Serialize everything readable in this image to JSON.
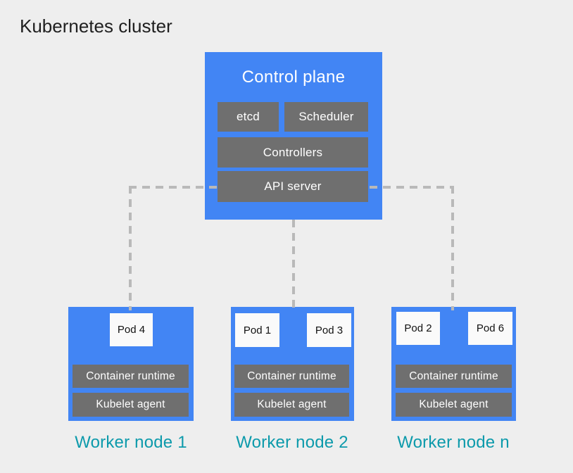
{
  "title": "Kubernetes cluster",
  "control_plane": {
    "title": "Control plane",
    "etcd": "etcd",
    "scheduler": "Scheduler",
    "controllers": "Controllers",
    "api_server": "API server"
  },
  "workers": [
    {
      "label": "Worker node 1",
      "pods": [
        "Pod 4"
      ],
      "container_runtime": "Container runtime",
      "kubelet_agent": "Kubelet agent"
    },
    {
      "label": "Worker node 2",
      "pods": [
        "Pod 1",
        "Pod 3"
      ],
      "container_runtime": "Container runtime",
      "kubelet_agent": "Kubelet agent"
    },
    {
      "label": "Worker node n",
      "pods": [
        "Pod 2",
        "Pod 6"
      ],
      "container_runtime": "Container runtime",
      "kubelet_agent": "Kubelet agent"
    }
  ],
  "colors": {
    "background": "#eeeeee",
    "node_blue": "#4285f4",
    "component_gray": "#6f6f6f",
    "pod_white": "#fafafa",
    "connector_gray": "#b9b9b9",
    "worker_label_teal": "#0c9aab",
    "title_text": "#1f1f1f",
    "component_text": "#ffffff"
  }
}
